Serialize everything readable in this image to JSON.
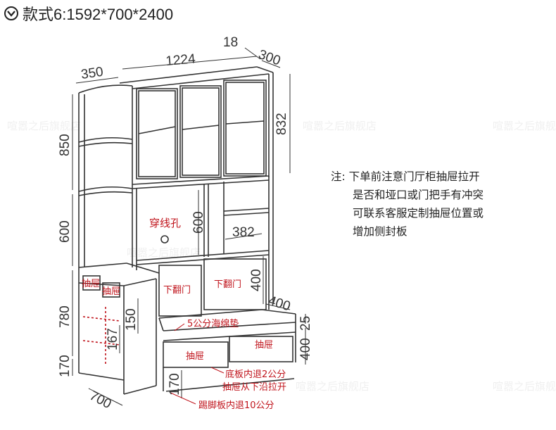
{
  "header": {
    "title": "款式6:1592*700*2400"
  },
  "note": {
    "lines": [
      "注: 下单前注意门厅柜抽屉拉开",
      "是否和垭口或门把手有冲突",
      "可联系客服定制抽屉位置或",
      "增加侧封板"
    ]
  },
  "dims": {
    "top_width": "1224",
    "top_depth": "300",
    "top_thickness": "18",
    "side_width": "350",
    "upper_height": "832",
    "left_upper": "850",
    "left_middle": "600",
    "left_lower": "780",
    "left_plinth": "170",
    "bottom_depth": "700",
    "niche_height": "600",
    "niche_width": "382",
    "flap_height": "400",
    "bench_depth": "400",
    "cushion": "25",
    "bench_height": "400",
    "side_drawer": "150",
    "side_drawer_2": "167",
    "plinth_height": "170"
  },
  "labels": {
    "wire_hole": "穿线孔",
    "flap_door_1": "下翻门",
    "flap_door_2": "下翻门",
    "cushion": "5公分海绵垫",
    "drawer_1": "抽屉",
    "drawer_2": "抽屉",
    "side_drawer_1": "抽屉",
    "side_drawer_2": "抽屉",
    "bottom_board": "底板内退2公分",
    "drawer_bottom": "抽屉从下沿拉开",
    "kick_board": "踢脚板内退10公分"
  },
  "watermark": "喧嚣之后旗舰店"
}
